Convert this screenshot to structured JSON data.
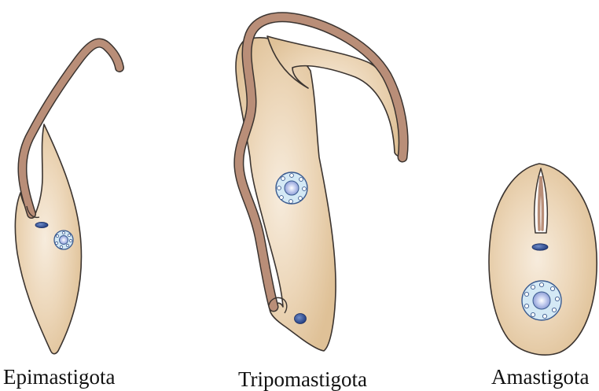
{
  "labels": {
    "epimastigote": "Epimastigota",
    "trypomastigote": "Tripomastigota",
    "amastigote": "Amastigota"
  },
  "colors": {
    "cell_fill": "#e3c7a0",
    "cell_highlight": "#f7ecdd",
    "outline": "#3b3430",
    "flagellum": "#b98e78",
    "nucleus_outer": "#cfe6f3",
    "nucleus_inner": "#a9b6e1",
    "kinetoplast": "#2f4d93",
    "background": "#ffffff"
  },
  "icons": [
    "epimastigote-cell",
    "trypomastigote-cell",
    "amastigote-cell"
  ]
}
